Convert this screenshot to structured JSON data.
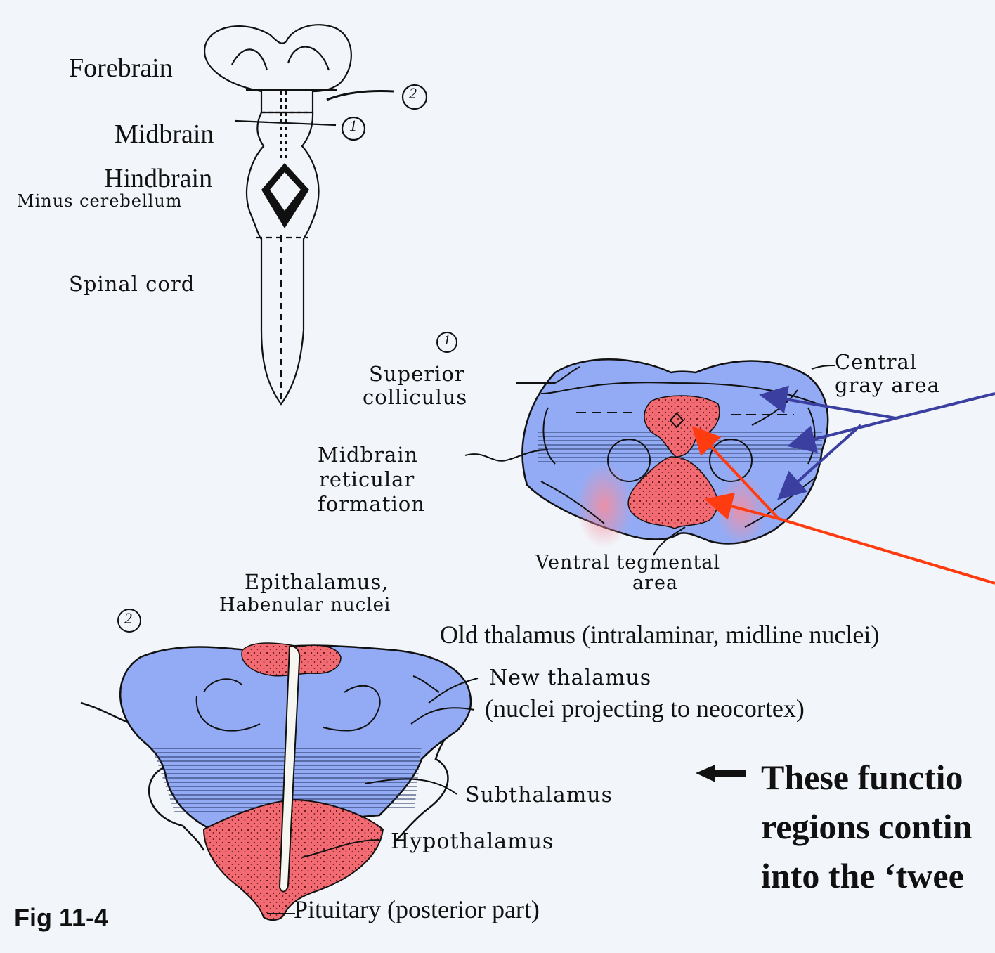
{
  "labels": {
    "forebrain": "Forebrain",
    "midbrain": "Midbrain",
    "hindbrain": "Hindbrain",
    "minus_cerebellum": "Minus cerebellum",
    "spinal_cord": "Spinal cord",
    "superior_colliculus_1": "Superior",
    "superior_colliculus_2": "colliculus",
    "central_gray_1": "Central",
    "central_gray_2": "gray area",
    "midbrain_rf_1": "Midbrain",
    "midbrain_rf_2": "reticular",
    "midbrain_rf_3": "formation",
    "vta_1": "Ventral tegmental",
    "vta_2": "area",
    "epithalamus_1": "Epithalamus,",
    "epithalamus_2": "Habenular nuclei",
    "old_thalamus": "Old thalamus (intralaminar, midline nuclei)",
    "new_thalamus_1": "New thalamus",
    "new_thalamus_2": "(nuclei projecting to neocortex)",
    "subthalamus": "Subthalamus",
    "hypothalamus": "Hypothalamus",
    "pituitary": "Pituitary (posterior part)"
  },
  "markers": {
    "one": "1",
    "two": "2"
  },
  "caption": "Fig 11-4",
  "note": {
    "line1": "These functio",
    "line2": "regions contin",
    "line3": "into the ‘twee"
  },
  "colors": {
    "blue_region": "#93abf5",
    "red_region": "#f26b72",
    "blue_arrow": "#3a3fa0",
    "red_arrow": "#ff3b10"
  }
}
